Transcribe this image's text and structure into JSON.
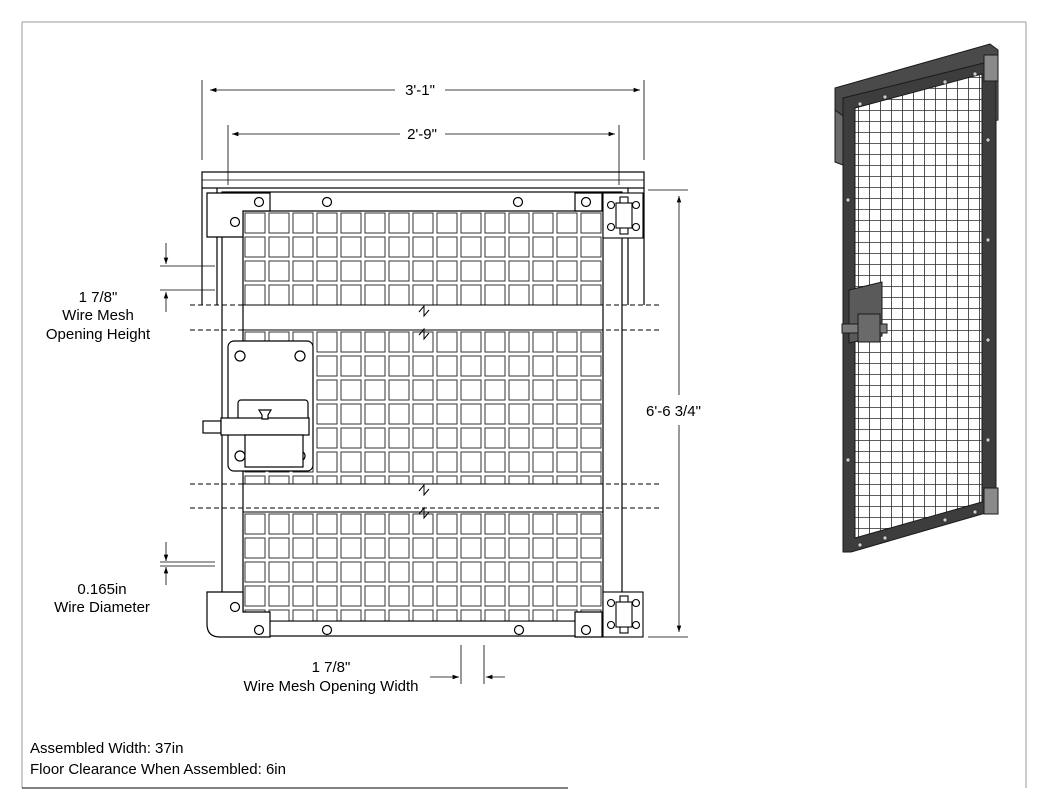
{
  "dimensions": {
    "overall_width": "3'-1\"",
    "mesh_width": "2'-9\"",
    "overall_height": "6'-6 3/4\""
  },
  "callouts": {
    "opening_height": {
      "value": "1 7/8\"",
      "caption": "Wire Mesh",
      "caption2": "Opening Height"
    },
    "wire_diameter": {
      "value": "0.165in",
      "caption": "Wire Diameter"
    },
    "opening_width": {
      "value": "1 7/8\"",
      "caption": "Wire Mesh Opening Width"
    }
  },
  "notes": {
    "assembled_width": "Assembled Width: 37in",
    "floor_clearance": "Floor Clearance When Assembled: 6in"
  }
}
